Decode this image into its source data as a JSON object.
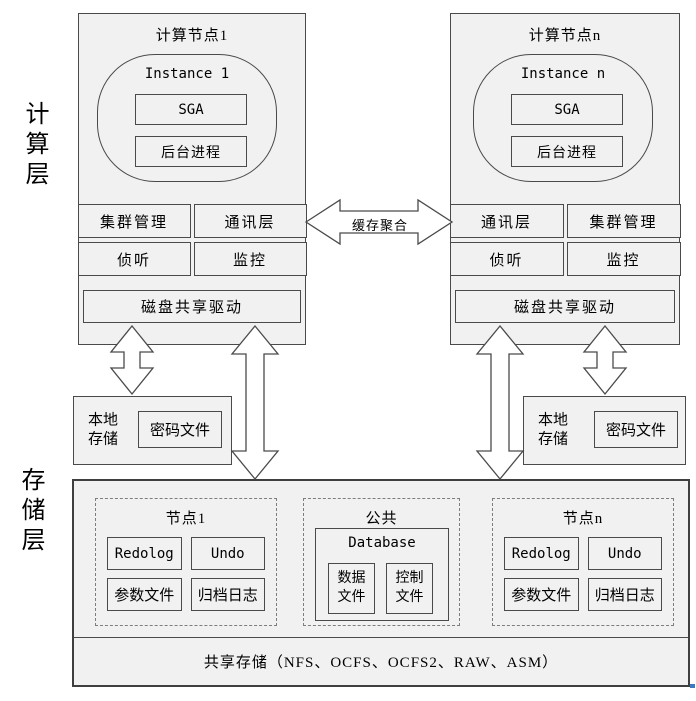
{
  "layers": {
    "compute": "计算层",
    "storage": "存储层"
  },
  "cache_fusion_label": "缓存聚合",
  "nodes": [
    {
      "title": "计算节点1",
      "instance": "Instance 1",
      "sga": "SGA",
      "background_process": "后台进程",
      "row1": [
        "集群管理",
        "通讯层"
      ],
      "row2": [
        "侦听",
        "监控"
      ],
      "disk_driver": "磁盘共享驱动"
    },
    {
      "title": "计算节点n",
      "instance": "Instance n",
      "sga": "SGA",
      "background_process": "后台进程",
      "row1": [
        "通讯层",
        "集群管理"
      ],
      "row2": [
        "侦听",
        "监控"
      ],
      "disk_driver": "磁盘共享驱动"
    }
  ],
  "local_storage": {
    "label": "本地存储",
    "password_file": "密码文件"
  },
  "storage": {
    "node1": {
      "title": "节点1",
      "items": [
        "Redolog",
        "Undo",
        "参数文件",
        "归档日志"
      ]
    },
    "common": {
      "title": "公共",
      "database_title": "Database",
      "items": [
        "数据文件",
        "控制文件"
      ]
    },
    "noden": {
      "title": "节点n",
      "items": [
        "Redolog",
        "Undo",
        "参数文件",
        "归档日志"
      ]
    },
    "shared": "共享存储（NFS、OCFS、OCFS2、RAW、ASM）"
  }
}
